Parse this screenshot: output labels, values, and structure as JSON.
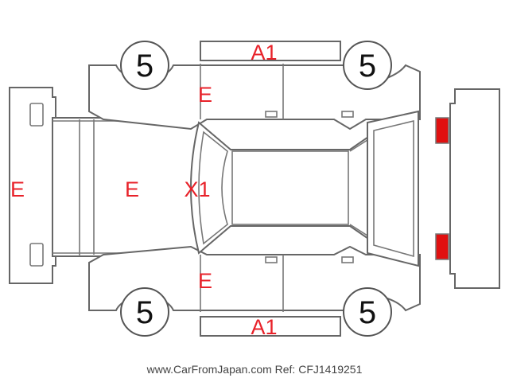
{
  "labels": {
    "roof_top": "A1",
    "roof_bottom": "A1",
    "front_bumper": "E",
    "hood": "E",
    "windshield": "X1",
    "front_door_left": "E",
    "front_door_right": "E"
  },
  "tires": {
    "front_left": "5",
    "rear_left": "5",
    "front_right": "5",
    "rear_right": "5"
  },
  "colors": {
    "damage_label": "#e8222a",
    "headlight": "#ffee00",
    "taillight": "#e01010",
    "outline": "#666666"
  },
  "footer": "www.CarFromJapan.com Ref: CFJ1419251"
}
